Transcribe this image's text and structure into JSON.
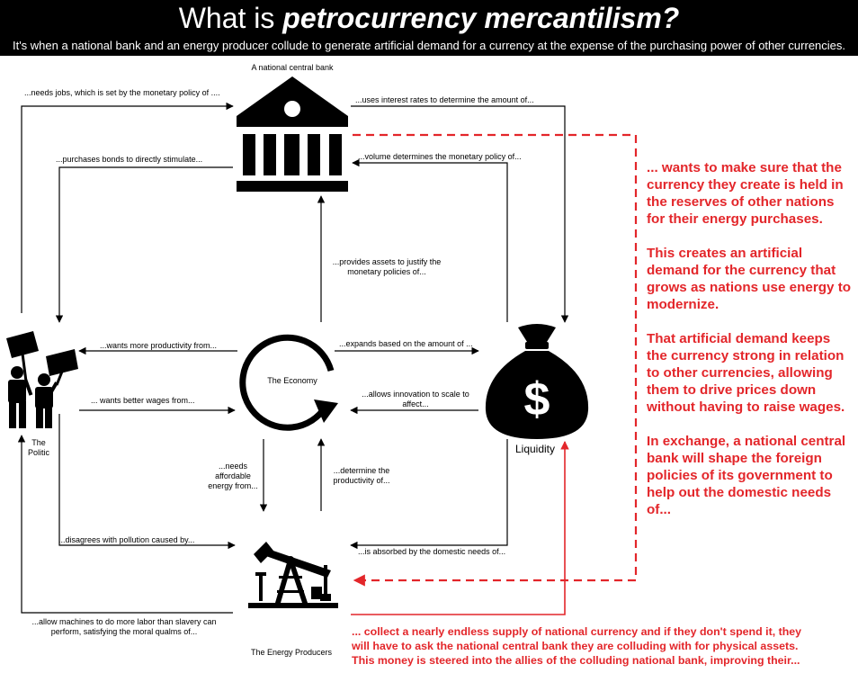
{
  "header": {
    "title_plain": "What is ",
    "title_emph": "petrocurrency mercantilism?",
    "subtitle": "It's when a national bank and an energy producer collude to generate artificial demand for a currency at the expense of the purchasing power of other currencies."
  },
  "nodes": {
    "bank": "A national central bank",
    "economy": "The Economy",
    "politic_line1": "The",
    "politic_line2": "Politic",
    "liquidity": "Liquidity",
    "energy": "The Energy Producers"
  },
  "edges": {
    "needs_jobs": "...needs jobs, which is set by the monetary policy of ....",
    "uses_interest": "...uses interest rates to determine the amount of...",
    "purchases_bonds": "...purchases bonds to directly stimulate...",
    "volume_determines": "...volume determines the monetary policy of...",
    "provides_assets_1": "...provides assets to justify the",
    "provides_assets_2": "monetary policies of...",
    "wants_productivity": "...wants more productivity from...",
    "expands_based": "...expands based on the amount of ...",
    "wants_wages": "... wants better wages from...",
    "allows_innovation_1": "...allows innovation to scale to",
    "allows_innovation_2": "affect...",
    "needs_energy_1": "...needs",
    "needs_energy_2": "affordable",
    "needs_energy_3": "energy from...",
    "determine_productivity_1": "...determine the",
    "determine_productivity_2": "productivity of...",
    "disagrees_pollution": "...disagrees with pollution caused by...",
    "absorbed_by": "...is absorbed by the domestic needs of...",
    "allow_machines_1": "...allow machines to do more labor than slavery can",
    "allow_machines_2": "perform, satisfying the moral qualms of..."
  },
  "annotations": {
    "bank_note": [
      "... wants to make sure that the currency they create is held in the reserves of other nations for their energy purchases.",
      "This creates an artificial demand for the currency that grows as nations use energy to modernize.",
      "That artificial demand keeps the currency strong in relation to other currencies, allowing them to drive prices down without having to raise wages.",
      "In exchange, a national central bank will shape the foreign policies of its government to help out the domestic needs of..."
    ],
    "producer_note": [
      "... collect a nearly endless supply of national currency and if they don't spend it, they",
      "will have to ask the national central bank they are colluding with for physical assets.",
      "This money is steered into the allies of the colluding national bank, improving their..."
    ]
  },
  "colors": {
    "header_bg": "#000000",
    "header_text": "#ffffff",
    "ink": "#000000",
    "accent_red": "#e3262a"
  },
  "icons": [
    "bank-icon",
    "protest-icon",
    "cycle-icon",
    "money-bag-icon",
    "oil-pump-icon"
  ]
}
